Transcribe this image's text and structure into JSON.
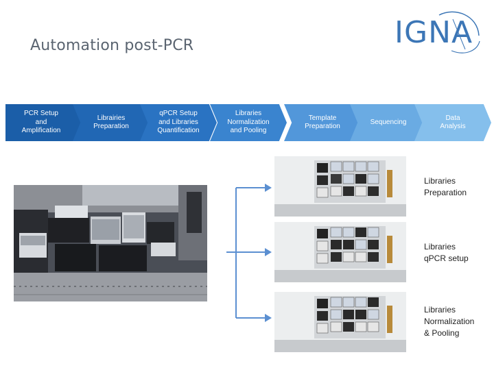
{
  "slide": {
    "title": "Automation post-PCR",
    "logo_text": "IGNA"
  },
  "workflow_steps": [
    {
      "label_lines": [
        "PCR Setup",
        "and",
        "Amplification"
      ],
      "color": "#1b5ea8"
    },
    {
      "label_lines": [
        "Librairies",
        "Preparation"
      ],
      "color": "#2167b4"
    },
    {
      "label_lines": [
        "qPCR Setup",
        "and Libraries",
        "Quantification"
      ],
      "color": "#2a73c2"
    },
    {
      "label_lines": [
        "Libraries",
        "Normalization",
        "and Pooling"
      ],
      "color": "#3a84cf"
    },
    {
      "label_lines": [
        "Template",
        "Preparation"
      ],
      "color": "#5297da"
    },
    {
      "label_lines": [
        "Sequencing"
      ],
      "color": "#6aabe3"
    },
    {
      "label_lines": [
        "Data",
        "Analysis"
      ],
      "color": "#85bfec"
    }
  ],
  "robot_steps": [
    {
      "label_lines": [
        "Libraries",
        "Preparation"
      ]
    },
    {
      "label_lines": [
        "Libraries",
        "qPCR setup"
      ]
    },
    {
      "label_lines": [
        "Libraries",
        "Normalization",
        "& Pooling"
      ]
    }
  ],
  "colors": {
    "arrow": "#5b8fd1",
    "logo": "#3c76b6"
  }
}
